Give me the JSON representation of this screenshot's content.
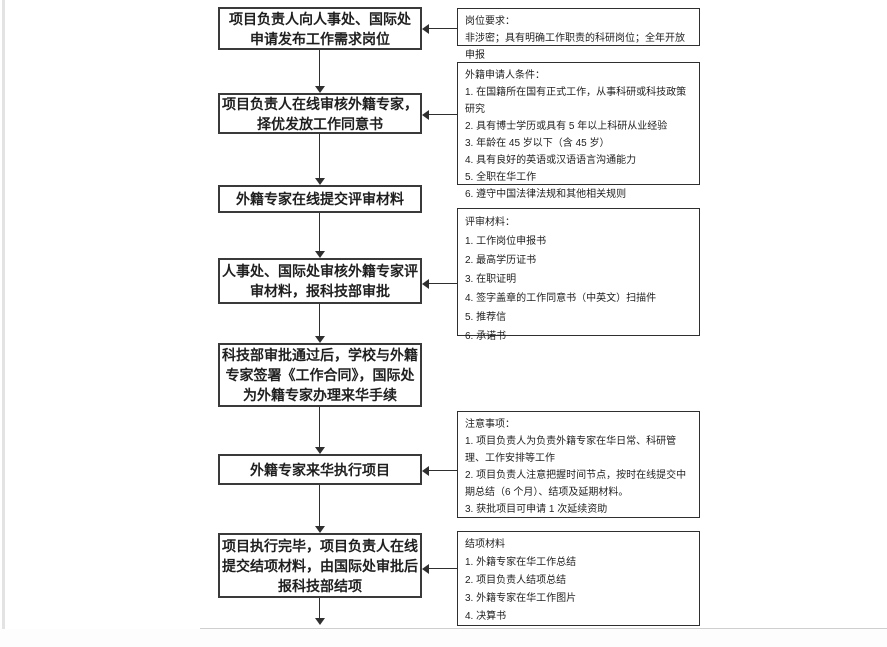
{
  "flow": {
    "boxes": [
      {
        "label": "项目负责人向人事处、国际处\n申请发布工作需求岗位"
      },
      {
        "label": "项目负责人在线审核外籍专家，\n择优发放工作同意书"
      },
      {
        "label": "外籍专家在线提交评审材料"
      },
      {
        "label": "人事处、国际处审核外籍专家评\n审材料，报科技部审批"
      },
      {
        "label": "科技部审批通过后，学校与外籍\n专家签署《工作合同》，国际处\n为外籍专家办理来华手续"
      },
      {
        "label": "外籍专家来华执行项目"
      },
      {
        "label": "项目执行完毕，项目负责人在线\n提交结项材料，由国际处审批后\n报科技部结项"
      }
    ]
  },
  "side": {
    "boxes": [
      {
        "title": "岗位要求：",
        "items": [
          "非涉密；具有明确工作职责的科研岗位；全年开放申报"
        ]
      },
      {
        "title": "外籍申请人条件：",
        "items": [
          "1. 在国籍所在国有正式工作，从事科研或科技政策研究",
          "2. 具有博士学历或具有 5 年以上科研从业经验",
          "3. 年龄在 45 岁以下（含 45 岁）",
          "4. 具有良好的英语或汉语语言沟通能力",
          "5. 全职在华工作",
          "6. 遵守中国法律法规和其他相关规则"
        ]
      },
      {
        "title": "评审材料：",
        "items": [
          "1. 工作岗位申报书",
          "2. 最高学历证书",
          "3. 在职证明",
          "4. 签字盖章的工作同意书（中英文）扫描件",
          "5. 推荐信",
          "6. 承诺书"
        ]
      },
      {
        "title": "注意事项：",
        "items": [
          "1. 项目负责人为负责外籍专家在华日常、科研管理、工作安排等工作",
          "2. 项目负责人注意把握时间节点，按时在线提交中期总结（6 个月）、结项及延期材料。",
          "3. 获批项目可申请 1 次延续资助"
        ]
      },
      {
        "title": "结项材料",
        "items": [
          "1. 外籍专家在华工作总结",
          "2. 项目负责人结项总结",
          "3. 外籍专家在华工作图片",
          "4. 决算书"
        ]
      }
    ]
  },
  "colors": {
    "border": "#3a3a3a",
    "page_edge": "#e3e3e3",
    "text": "#1f1f1f"
  }
}
